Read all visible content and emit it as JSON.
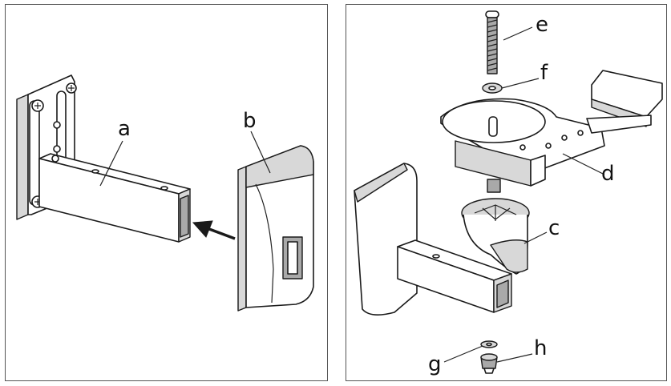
{
  "labels": {
    "a": "a",
    "b": "b",
    "c": "c",
    "d": "d",
    "e": "e",
    "f": "f",
    "g": "g",
    "h": "h"
  },
  "colors": {
    "line": "#1a1a1a",
    "shade_light": "#d8d8d8",
    "shade_mid": "#a9a9a9",
    "frame": "#555555"
  },
  "icons": {
    "arrow": "arrow-left-icon"
  }
}
